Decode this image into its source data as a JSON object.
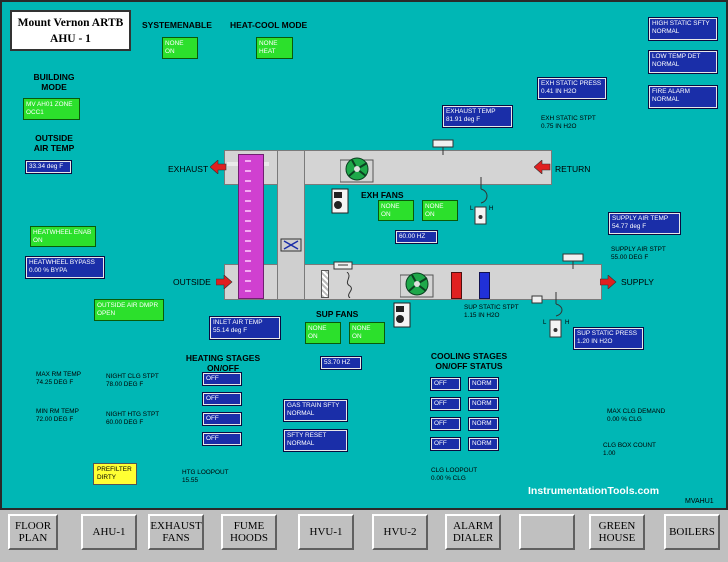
{
  "header": {
    "title_line1": "Mount Vernon ARTB",
    "title_line2": "AHU - 1",
    "system_enable_label": "SYSTEMENABLE",
    "heat_cool_label": "HEAT-COOL MODE",
    "system_enable_value": "NONE\nON",
    "heat_cool_value": "NONE\nHEAT"
  },
  "building_mode": {
    "label": "BUILDING\nMODE",
    "value": "MV AH01 ZONE\nOCC1"
  },
  "outside_air": {
    "label": "OUTSIDE\nAIR TEMP",
    "value": "33.34 deg F"
  },
  "heatwheel": {
    "enab": "HEATWHEEL ENAB\nON",
    "bypass": "HEATWHEEL BYPASS\n0.00 % BYPA"
  },
  "outside_dmpr": "OUTSIDE AIR DMPR\nOPEN",
  "alarms": {
    "high_static": "HIGH STATIC SFTY\nNORMAL",
    "low_temp": "LOW TEMP DET\nNORMAL",
    "fire_alarm": "FIRE ALARM\nNORMAL"
  },
  "exh_static": {
    "value": "EXH STATIC PRESS\n0.41 IN H2O",
    "stpt": "EXH STATIC STPT\n0.75 IN H2O"
  },
  "exhaust_temp": "EXHAUST TEMP\n81.91 deg F",
  "duct_labels": {
    "exhaust": "EXHAUST",
    "return": "RETURN",
    "outside": "OUTSIDE",
    "supply": "SUPPLY"
  },
  "exh_fans": {
    "label": "EXH FANS",
    "a": "NONE\nON",
    "b": "NONE\nON",
    "hz": "60.00 HZ"
  },
  "sup_fans": {
    "label": "SUP FANS",
    "a": "NONE\nON",
    "b": "NONE\nON",
    "hz": "53.70 HZ"
  },
  "supply_air": {
    "value": "SUPPLY AIR TEMP\n54.77 deg F",
    "stpt": "SUPPLY AIR STPT\n55.00 DEG F"
  },
  "inlet_air": "INLET AIR TEMP\n55.14 deg F",
  "sup_static": {
    "stpt": "SUP STATIC STPT\n1.15 IN H2O",
    "press": "SUP STATIC PRESS\n1.20 IN H2O"
  },
  "heating": {
    "label": "HEATING STAGES\nON/OFF",
    "stages": [
      "OFF",
      "OFF",
      "OFF",
      "OFF"
    ],
    "loopout": "HTG LOOPOUT\n15.55"
  },
  "cooling": {
    "label": "COOLING STAGES\nON/OFF  STATUS",
    "stages": [
      "OFF",
      "OFF",
      "OFF",
      "OFF"
    ],
    "status": [
      "NORM",
      "NORM",
      "NORM",
      "NORM"
    ],
    "loopout": "CLG LOOPOUT\n0.00 % CLG"
  },
  "gas_train": "GAS TRAIN SFTY\nNORMAL",
  "sfty_reset": "SFTY RESET\nNORMAL",
  "room": {
    "max_rm": "MAX RM TEMP\n74.25 DEG F",
    "min_rm": "MIN RM TEMP\n72.00 DEG F",
    "night_clg": "NIGHT CLG STPT\n78.00 DEG F",
    "night_htg": "NIGHT HTG STPT\n60.00 DEG F"
  },
  "max_clg_demand": "MAX CLG DEMAND\n0.00 % CLG",
  "clg_box_count": "CLG BOX COUNT\n1.00",
  "prefilter": "PREFILTER\nDIRTY",
  "watermark": "InstrumentationTools.com",
  "screen_id": "MVAHU1",
  "nav": [
    "FLOOR\nPLAN",
    "AHU-1",
    "EXHAUST\nFANS",
    "FUME\nHOODS",
    "HVU-1",
    "HVU-2",
    "ALARM\nDIALER",
    "",
    "GREEN\nHOUSE",
    "BOILERS"
  ],
  "colors": {
    "background": "#00b7b5",
    "status_green": "#2ce02c",
    "value_blue": "#1a2ea8",
    "alert_yellow": "#ffff33",
    "heating_coil": "#d040d0",
    "arrow_red": "#e02020"
  }
}
